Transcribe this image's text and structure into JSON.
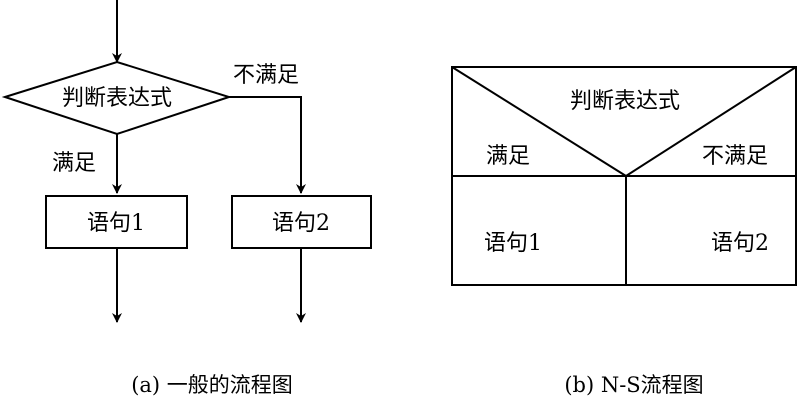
{
  "flowchart": {
    "decision": "判断表达式",
    "yes": "满足",
    "no": "不满足",
    "stmt1": "语句1",
    "stmt2": "语句2",
    "caption": "(a) 一般的流程图"
  },
  "ns_chart": {
    "decision": "判断表达式",
    "yes": "满足",
    "no": "不满足",
    "stmt1": "语句1",
    "stmt2": "语句2",
    "caption": "(b) N-S流程图"
  }
}
